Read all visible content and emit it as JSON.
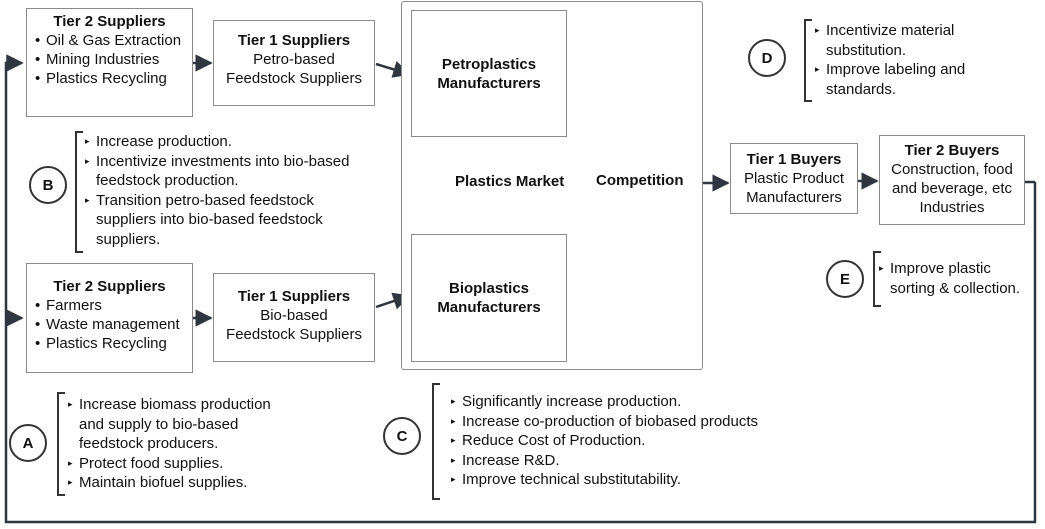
{
  "tier2_petro": {
    "title": "Tier 2 Suppliers",
    "items": [
      "Oil & Gas Extraction",
      "Mining Industries",
      "Plastics Recycling"
    ]
  },
  "tier1_petro": {
    "title": "Tier 1 Suppliers",
    "lines": [
      "Petro-based",
      "Feedstock Suppliers"
    ]
  },
  "tier2_bio": {
    "title": "Tier 2 Suppliers",
    "items": [
      "Farmers",
      "Waste management",
      "Plastics Recycling"
    ]
  },
  "tier1_bio": {
    "title": "Tier 1 Suppliers",
    "lines": [
      "Bio-based",
      "Feedstock Suppliers"
    ]
  },
  "market": {
    "label": "Plastics Market",
    "petro": "Petroplastics Manufacturers",
    "bio": "Bioplastics Manufacturers",
    "competition": "Competition"
  },
  "tier1_buyers": {
    "title": "Tier 1 Buyers",
    "lines": [
      "Plastic Product",
      "Manufacturers"
    ]
  },
  "tier2_buyers": {
    "title": "Tier 2 Buyers",
    "lines": [
      "Construction, food",
      "and beverage, etc",
      "Industries"
    ]
  },
  "notes": {
    "A": {
      "label": "A",
      "items": [
        "Increase biomass production and supply to bio-based feedstock producers.",
        "Protect food supplies.",
        "Maintain biofuel supplies."
      ]
    },
    "B": {
      "label": "B",
      "items": [
        "Increase production.",
        "Incentivize investments into bio-based feedstock production.",
        "Transition petro-based feedstock suppliers into bio-based feedstock suppliers."
      ]
    },
    "C": {
      "label": "C",
      "items": [
        "Significantly increase production.",
        "Increase co-production of biobased products",
        "Reduce Cost of Production.",
        "Increase R&D.",
        "Improve technical substitutability."
      ]
    },
    "D": {
      "label": "D",
      "items": [
        "Incentivize material substitution.",
        "Improve labeling and standards."
      ]
    },
    "E": {
      "label": "E",
      "items": [
        "Improve plastic sorting & collection."
      ]
    }
  },
  "colors": {
    "arrow": "#2f3640",
    "border": "#8a8a8a"
  }
}
